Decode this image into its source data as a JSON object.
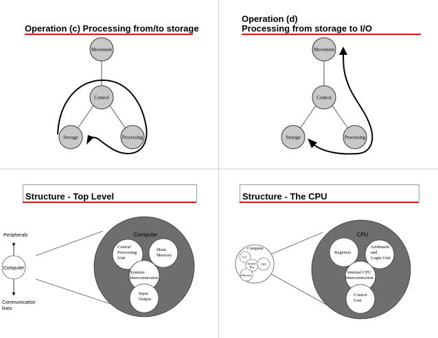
{
  "slides": {
    "op_c": {
      "title": "Operation (c) Processing from/to storage",
      "nodes": {
        "movement": "Movement",
        "control": "Control",
        "storage": "Storage",
        "processing": "Processing"
      }
    },
    "op_d": {
      "title_line1": "Operation (d)",
      "title_line2": "Processing from storage to I/O",
      "nodes": {
        "movement": "Movement",
        "control": "Control",
        "storage": "Storage",
        "processing": "Processing"
      }
    },
    "top_level": {
      "title": "Structure - Top Level",
      "peripherals": "Peripherals",
      "computer_box": "Computer",
      "comm_line1": "Communication",
      "comm_line2": "lines",
      "big_label": "Computer",
      "cpu_line1": "Central",
      "cpu_line2": "Processing",
      "cpu_line3": "Unit",
      "mem_line1": "Main",
      "mem_line2": "Memory",
      "sys_line1": "Systems",
      "sys_line2": "Interconnection",
      "io_line1": "Input",
      "io_line2": "Output"
    },
    "cpu": {
      "title": "Structure - The CPU",
      "small_label": "Computer",
      "small_io": "I/O",
      "small_sys1": "System",
      "small_sys2": "Bus",
      "small_cpu": "CPU",
      "small_mem": "Memory",
      "big_label": "CPU",
      "registers": "Registers",
      "alu_line1": "Arithmetic",
      "alu_line2": "and",
      "alu_line3": "Login Unit",
      "ici_line1": "Internal CPU",
      "ici_line2": "Interconnection",
      "cu_line1": "Control",
      "cu_line2": "Unit"
    }
  }
}
